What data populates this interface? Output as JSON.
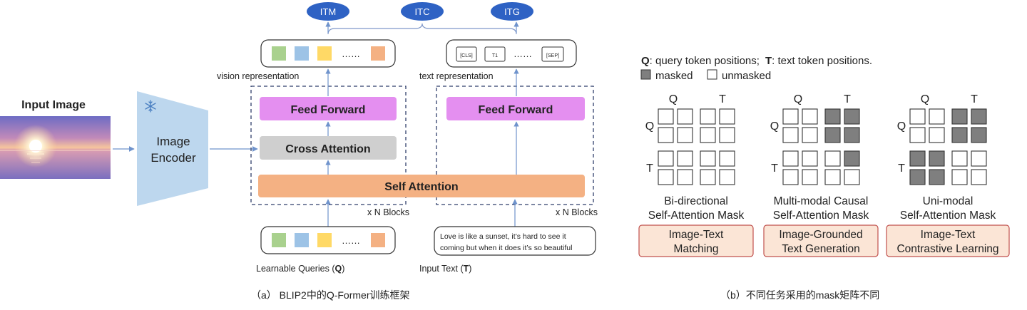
{
  "input_image": {
    "title": "Input Image"
  },
  "encoder": {
    "line1": "Image",
    "line2": "Encoder",
    "icon": "snowflake-icon"
  },
  "objectives": {
    "itm": "ITM",
    "itc": "ITC",
    "itg": "ITG"
  },
  "vision": {
    "representation_label": "vision representation",
    "ellipsis": "……",
    "token_colors": [
      "#a9d18e",
      "#9dc3e6",
      "#ffd966",
      "#f4b183"
    ],
    "feed_forward": "Feed Forward",
    "cross_attention": "Cross Attention",
    "blocks_label": "x N Blocks",
    "queries_label_prefix": "Learnable Queries (",
    "queries_label_symbol": "Q",
    "queries_label_suffix": ")"
  },
  "text_branch": {
    "representation_label": "text representation",
    "tokens": [
      "[CLS]",
      "T1",
      "[SEP]"
    ],
    "ellipsis": "……",
    "feed_forward": "Feed Forward",
    "blocks_label": "x N Blocks",
    "input_line1": "Love is like a sunset, it’s hard to see it",
    "input_line2": "coming but when it does it’s so beautiful",
    "input_label_prefix": "Input Text (",
    "input_label_symbol": "T",
    "input_label_suffix": ")"
  },
  "self_attention": "Self Attention",
  "caption_a": "（a） BLIP2中的Q-Former训练框架",
  "caption_b": "（b）不同任务采用的mask矩阵不同",
  "legend": {
    "q_symbol": "Q",
    "q_text": ": query token positions;",
    "t_symbol": "T",
    "t_text": ": text token positions.",
    "masked": "masked",
    "unmasked": "unmasked"
  },
  "masks": [
    {
      "col_q": "Q",
      "col_t": "T",
      "row_q": "Q",
      "row_t": "T",
      "cells": [
        [
          0,
          0,
          0,
          0
        ],
        [
          0,
          0,
          0,
          0
        ],
        [
          0,
          0,
          0,
          0
        ],
        [
          0,
          0,
          0,
          0
        ]
      ],
      "title1": "Bi-directional",
      "title2": "Self-Attention Mask",
      "task1": "Image-Text",
      "task2": "Matching"
    },
    {
      "col_q": "Q",
      "col_t": "T",
      "row_q": "Q",
      "row_t": "T",
      "cells": [
        [
          0,
          0,
          1,
          1
        ],
        [
          0,
          0,
          1,
          1
        ],
        [
          0,
          0,
          0,
          1
        ],
        [
          0,
          0,
          0,
          0
        ]
      ],
      "title1": "Multi-modal Causal",
      "title2": "Self-Attention Mask",
      "task1": "Image-Grounded",
      "task2": "Text Generation"
    },
    {
      "col_q": "Q",
      "col_t": "T",
      "row_q": "Q",
      "row_t": "T",
      "cells": [
        [
          0,
          0,
          1,
          1
        ],
        [
          0,
          0,
          1,
          1
        ],
        [
          1,
          1,
          0,
          0
        ],
        [
          1,
          1,
          0,
          0
        ]
      ],
      "title1": "Uni-modal",
      "title2": "Self-Attention Mask",
      "task1": "Image-Text",
      "task2": "Contrastive Learning"
    }
  ],
  "colors": {
    "feed_forward": "#e48ff0",
    "cross_attention": "#cfcfcf",
    "self_attention": "#f4b183",
    "encoder": "#bdd7ee",
    "objective": "#2e62c4",
    "arrow": "#6f93cc",
    "masked": "#7f7f7f",
    "task_fill": "#fbe5d6",
    "task_stroke": "#c0504d"
  }
}
